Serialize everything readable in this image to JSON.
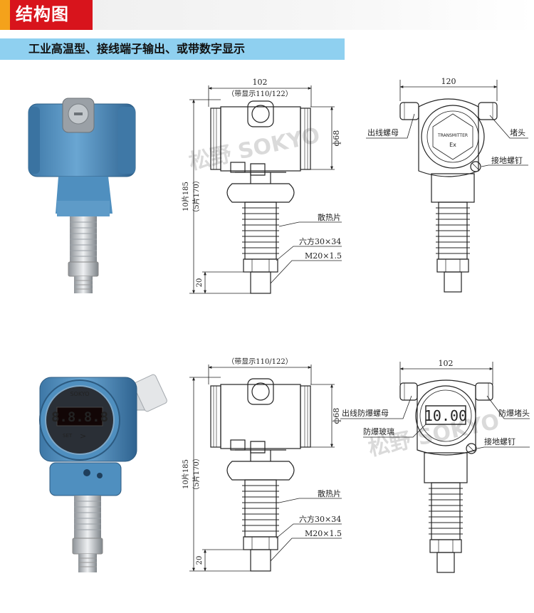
{
  "header": {
    "title": "结构图",
    "subtitle": "工业高温型、接线端子输出、或带数字显示"
  },
  "colors": {
    "header_red": "#d8141c",
    "header_gold": "#f4a21b",
    "subtitle_band": "#8fd0f0",
    "product_blue": "#4f8fbf",
    "product_steel": "#c9cdd1",
    "lcd_red": "#ff2a2a",
    "line": "#222222"
  },
  "watermark": "松野 SOKYO",
  "top": {
    "dim_width": "102",
    "dim_with_display": "（带显示110/122）",
    "dim_diameter": "ф68",
    "dim_height_1": "10片185",
    "dim_height_2": "（5片170）",
    "dim_bottom": "20",
    "label_fins": "散热片",
    "label_hex": "六方30×34",
    "label_thread": "M20×1.5",
    "side_width": "120",
    "label_cable_nut": "出线螺母",
    "label_plug": "堵头",
    "label_ground": "接地螺钉",
    "face_text": "TRANSMITTER",
    "face_ex": "Ex"
  },
  "bottom": {
    "dim_with_display": "（带显示110/122）",
    "dim_diameter": "ф68",
    "dim_height_1": "10片185",
    "dim_height_2": "（5片170）",
    "dim_bottom": "20",
    "label_fins": "散热片",
    "label_hex": "六方30×34",
    "label_thread": "M20×1.5",
    "side_width": "102",
    "label_cable_nut": "出线防爆螺母",
    "label_plug": "防爆堵头",
    "label_glass": "防爆玻璃",
    "label_ground": "接地螺钉",
    "display_value": "10.00",
    "photo_display": "8.8.8.8",
    "photo_brand": "SOKYO",
    "photo_key_set": "SET",
    "photo_key_arrow": ">"
  }
}
